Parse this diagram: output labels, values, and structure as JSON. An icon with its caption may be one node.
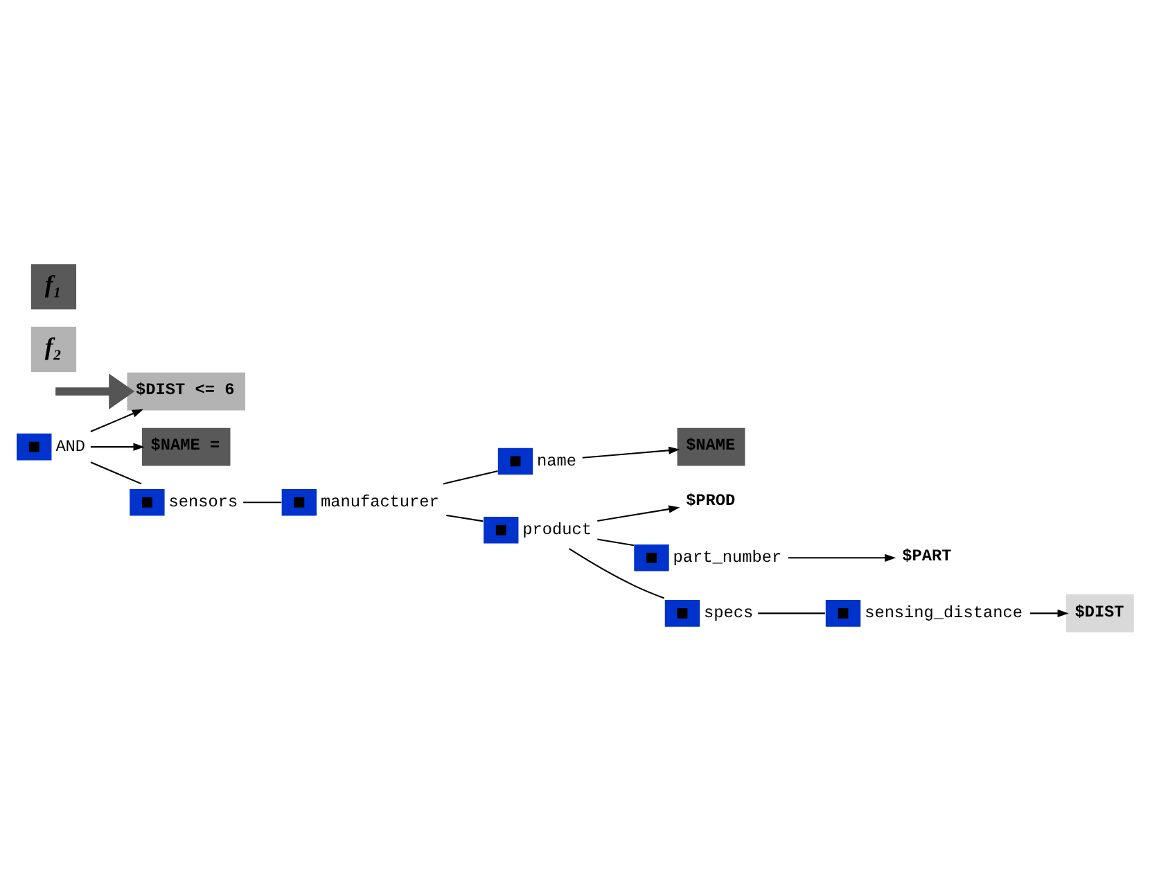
{
  "diagram": {
    "nodes": [
      {
        "text": [
          "$DIST <= 6"
        ]
      },
      {
        "text": [
          "$NAME ="
        ]
      },
      {
        "text": [
          "AND"
        ]
      },
      {
        "text": [
          "sensors"
        ]
      },
      {
        "text": [
          "manufacturer"
        ]
      },
      {
        "text": [
          "name"
        ]
      },
      {
        "text": [
          "$NAME"
        ]
      },
      {
        "text": [
          "product"
        ]
      },
      {
        "text": [
          "$PROD"
        ]
      },
      {
        "text": [
          "part_number"
        ]
      },
      {
        "text": [
          "$PART"
        ]
      },
      {
        "text": [
          "specs"
        ]
      },
      {
        "text": [
          "sensing_distance"
        ]
      },
      {
        "text": [
          "$DIST"
        ]
      },
      {
        "text": [
          "f₁"
        ]
      },
      {
        "text": [
          "f₂"
        ]
      }
    ],
    "edges": [
      {
        "from": null,
        "to": 0,
        "arrow": "to",
        "style": "thick",
        "color": "#555555"
      },
      {
        "from": 2,
        "to": 0,
        "arrow": "to"
      },
      {
        "from": 2,
        "to": 1,
        "arrow": "to"
      },
      {
        "from": 2,
        "to": 3,
        "arrow": "none"
      },
      {
        "from": 3,
        "to": 4,
        "arrow": "none"
      },
      {
        "from": 4,
        "to": 5,
        "arrow": "none"
      },
      {
        "from": 5,
        "to": 6,
        "arrow": "to"
      },
      {
        "from": 4,
        "to": 7,
        "arrow": "none"
      },
      {
        "from": 7,
        "to": 8,
        "arrow": "to"
      },
      {
        "from": 7,
        "to": 9,
        "arrow": "none"
      },
      {
        "from": 9,
        "to": 10,
        "arrow": "to"
      },
      {
        "from": 7,
        "to": 11,
        "arrow": "none"
      },
      {
        "from": 11,
        "to": 12,
        "arrow": "none"
      },
      {
        "from": 12,
        "to": 13,
        "arrow": "to"
      }
    ]
  }
}
